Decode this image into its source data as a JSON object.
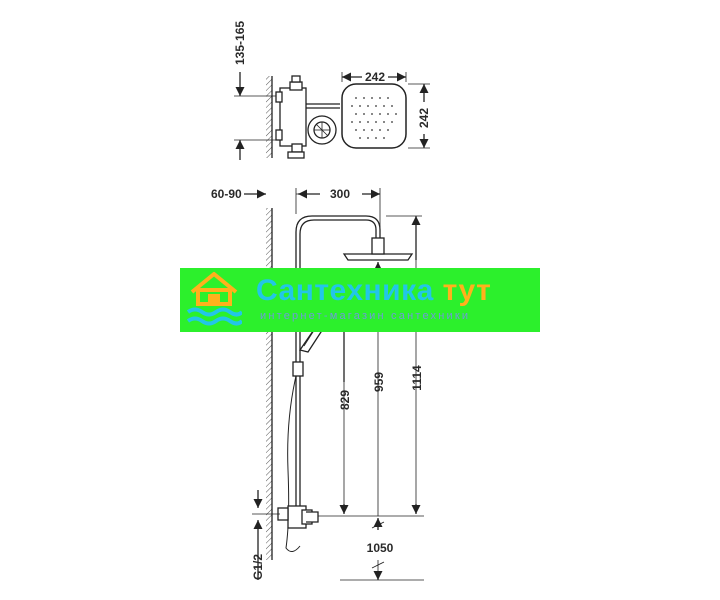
{
  "dimensions": {
    "top_offset": "135-165",
    "head_width": "242",
    "head_depth": "242",
    "wall_offset": "60-90",
    "arm_reach": "300",
    "handshower_height": "829",
    "head_height": "959",
    "total_height": "1114",
    "mount_height": "1050",
    "thread": "G1/2"
  },
  "watermark": {
    "brand_part1": "Сантехника",
    "brand_part2": "тут",
    "tagline": "интернет-магазин сантехники",
    "logo_icon": "house-waves-icon",
    "colors": {
      "background": "#2cf02c",
      "brand_part1": "#22c6e8",
      "brand_part2": "#ffb11c",
      "tagline": "#6e9bd8"
    }
  }
}
